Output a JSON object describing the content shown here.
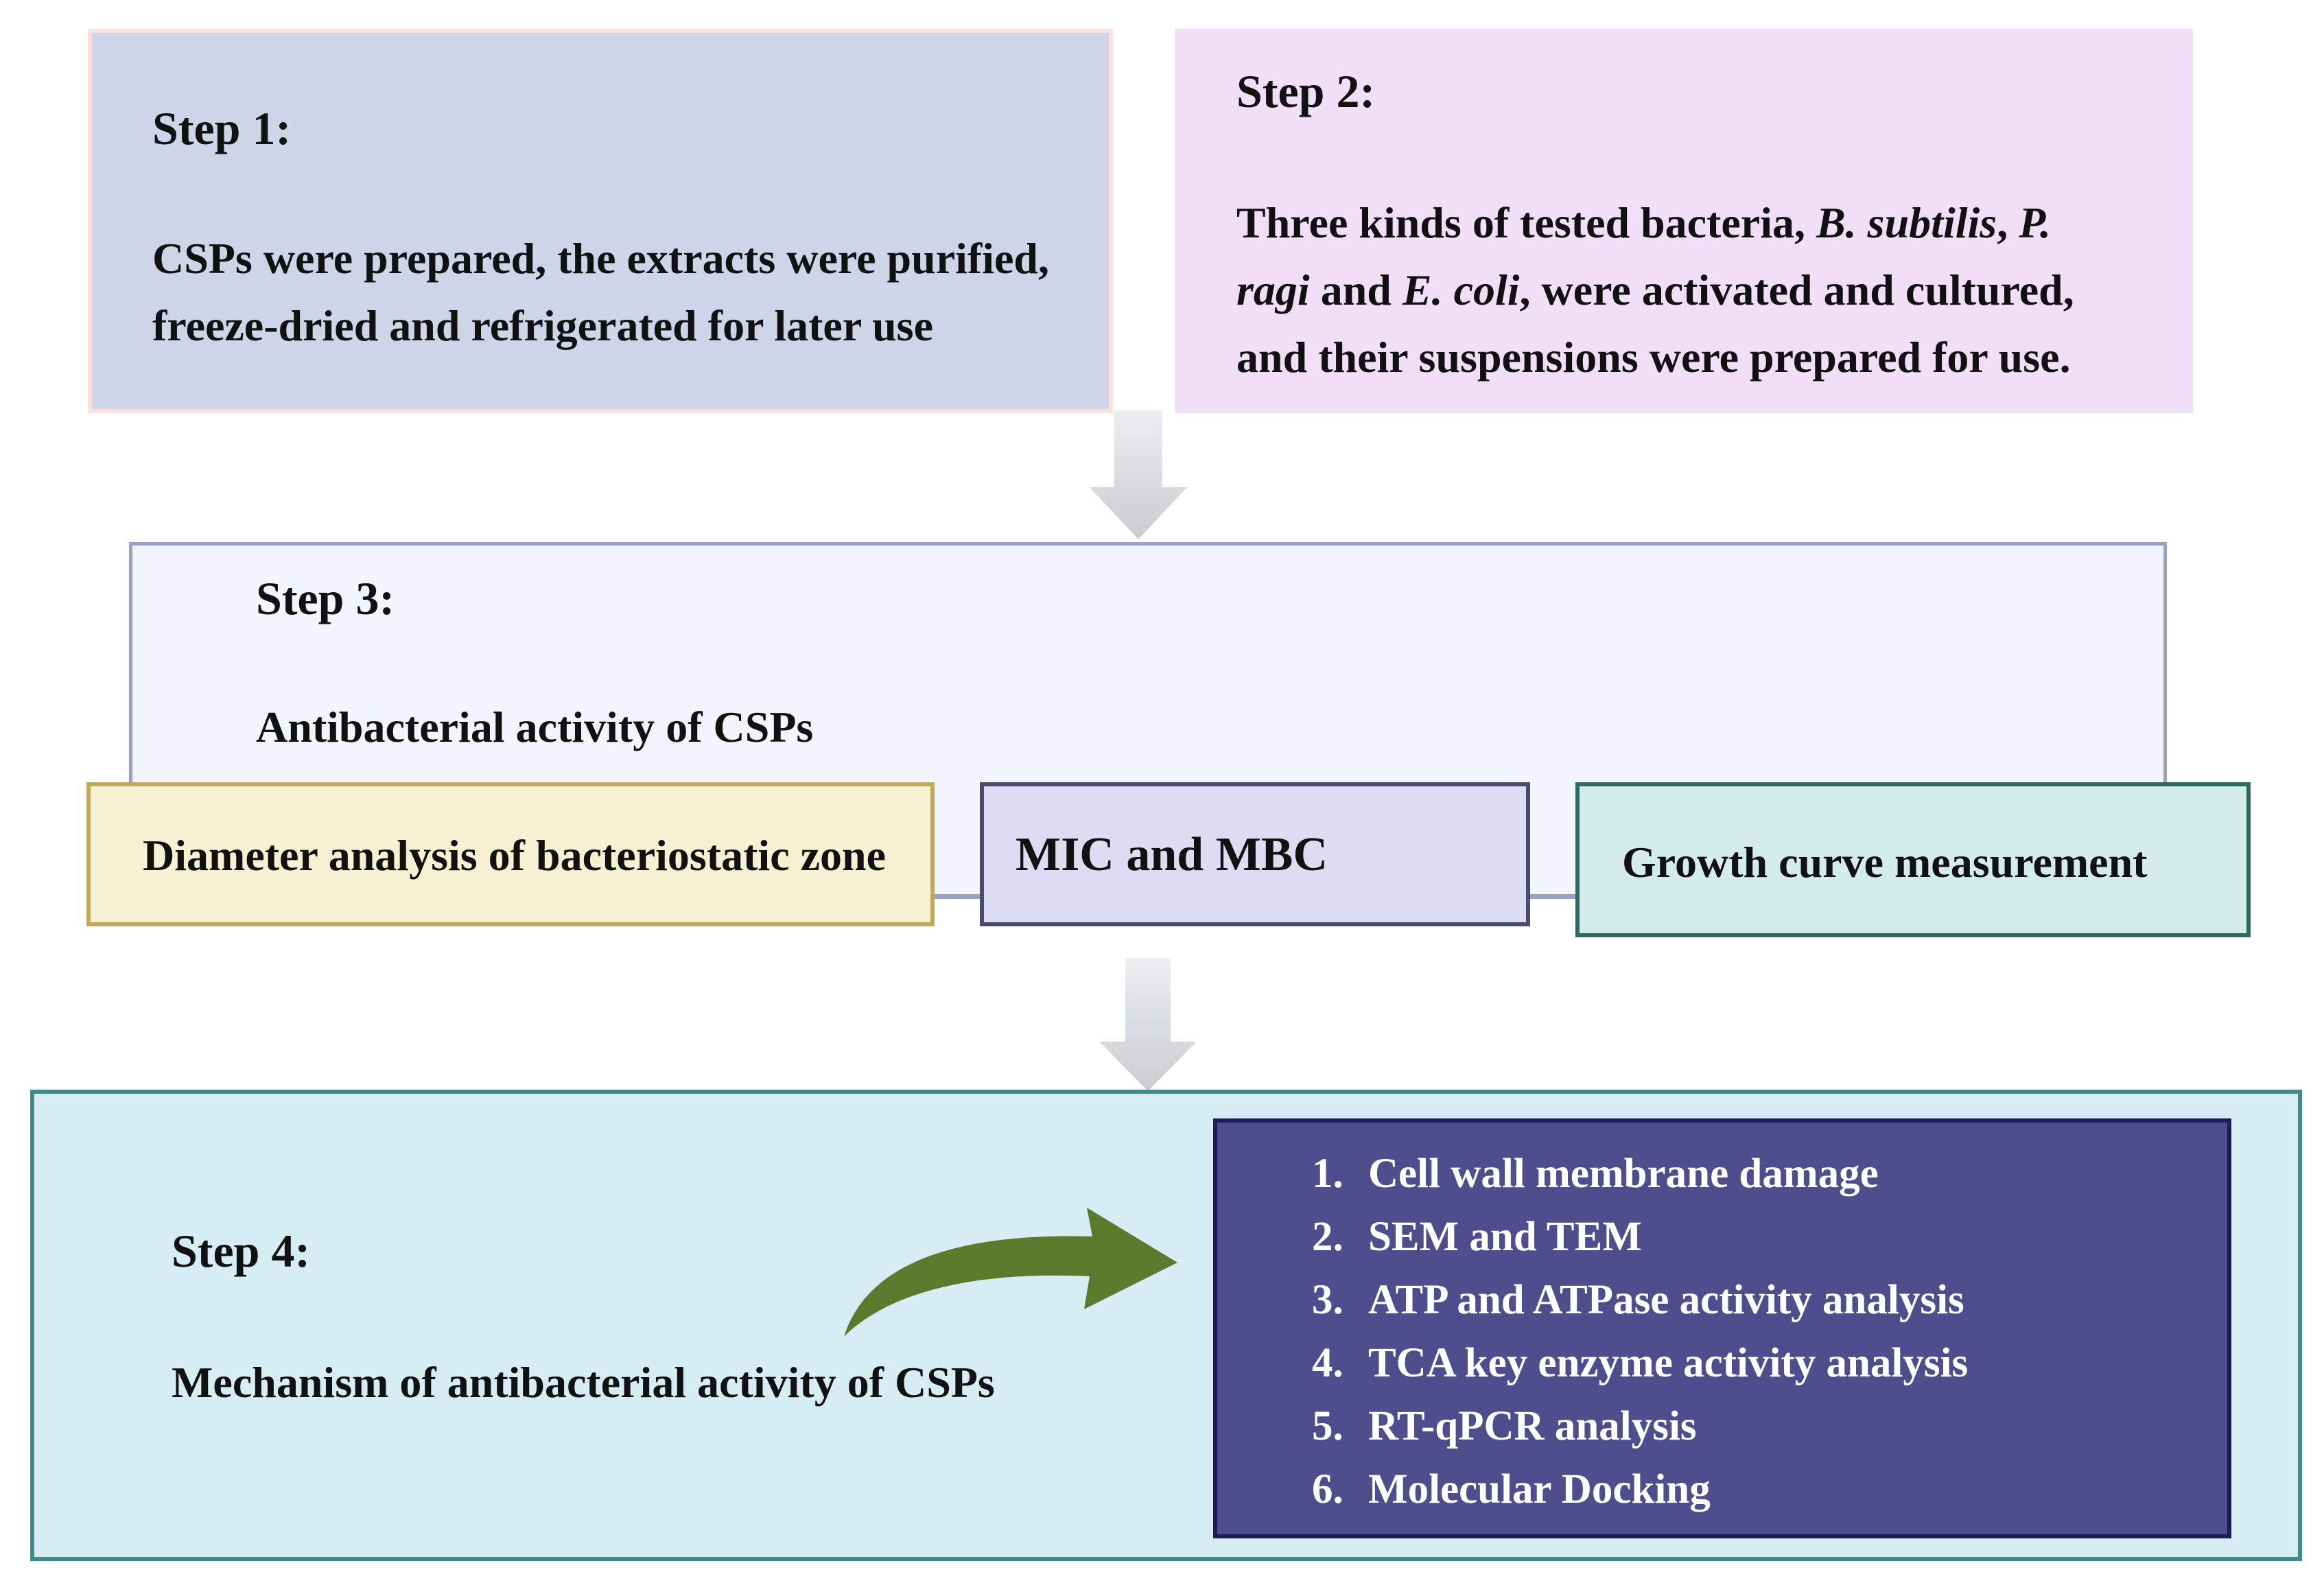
{
  "step1": {
    "title": "Step 1:",
    "line1": "CSPs were prepared, the extracts were purified,",
    "line2": "freeze-dried and refrigerated for later use"
  },
  "step2": {
    "title": "Step 2:",
    "line1_a": "Three kinds of tested bacteria, ",
    "line1_b": "B. subtilis",
    "line1_c": ", ",
    "line1_d": "P.",
    "line2_a": "ragi",
    "line2_b": " and ",
    "line2_c": "E. coli",
    "line2_d": ", were activated and cultured,",
    "line3": "and their suspensions were prepared for use."
  },
  "step3": {
    "title": "Step 3:",
    "subtitle": "Antibacterial activity of CSPs",
    "methods": [
      "Diameter analysis of bacteriostatic zone",
      "MIC and MBC",
      "Growth curve measurement"
    ]
  },
  "step4": {
    "title": "Step 4:",
    "subtitle": "Mechanism of antibacterial activity of CSPs",
    "mechanisms": [
      {
        "num": "1.",
        "label": "Cell wall membrane damage"
      },
      {
        "num": "2.",
        "label": "SEM and TEM"
      },
      {
        "num": "3.",
        "label": "ATP and ATPase activity analysis"
      },
      {
        "num": "4.",
        "label": "TCA key enzyme activity analysis"
      },
      {
        "num": "5.",
        "label": "RT-qPCR analysis"
      },
      {
        "num": "6.",
        "label": "Molecular Docking"
      }
    ]
  },
  "colors": {
    "flow_arrow": "#d3d6d9",
    "curved_arrow": "#5a7a2e",
    "mechanism_box": "#4f4d8c"
  }
}
